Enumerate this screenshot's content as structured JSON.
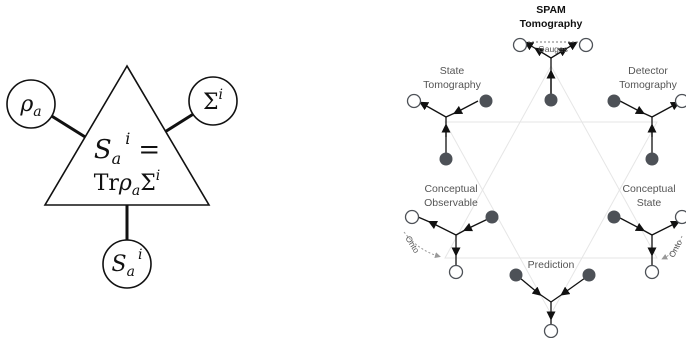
{
  "left_diagram": {
    "rho": {
      "base": "ρ",
      "sub": "a"
    },
    "sigma": {
      "base": "Σ",
      "sup": "i"
    },
    "output": {
      "base": "S",
      "sub": "a",
      "sup": "i"
    },
    "triangle_eq": {
      "lhs_base": "S",
      "lhs_sub": "a",
      "lhs_sup": "i",
      "equals": "=",
      "rhs_tr": "Tr",
      "rhs_rho": "ρ",
      "rhs_rho_sub": "a",
      "rhs_sigma": "Σ",
      "rhs_sigma_sup": "i"
    }
  },
  "right_diagram": {
    "labels": {
      "spam_line1": "SPAM",
      "spam_line2": "Tomography",
      "gauges": "Gauges",
      "state_tomo_line1": "State",
      "state_tomo_line2": "Tomography",
      "detector_tomo_line1": "Detector",
      "detector_tomo_line2": "Tomography",
      "conceptual_obs_line1": "Conceptual",
      "conceptual_obs_line2": "Observable",
      "conceptual_state_line1": "Conceptual",
      "conceptual_state_line2": "State",
      "prediction": "Prediction",
      "onto_left": "Onto",
      "onto_right": "Onto"
    },
    "colors": {
      "filled_node": "#4d5157",
      "edge": "#111111",
      "hexagram": "#e6e6e6"
    }
  }
}
